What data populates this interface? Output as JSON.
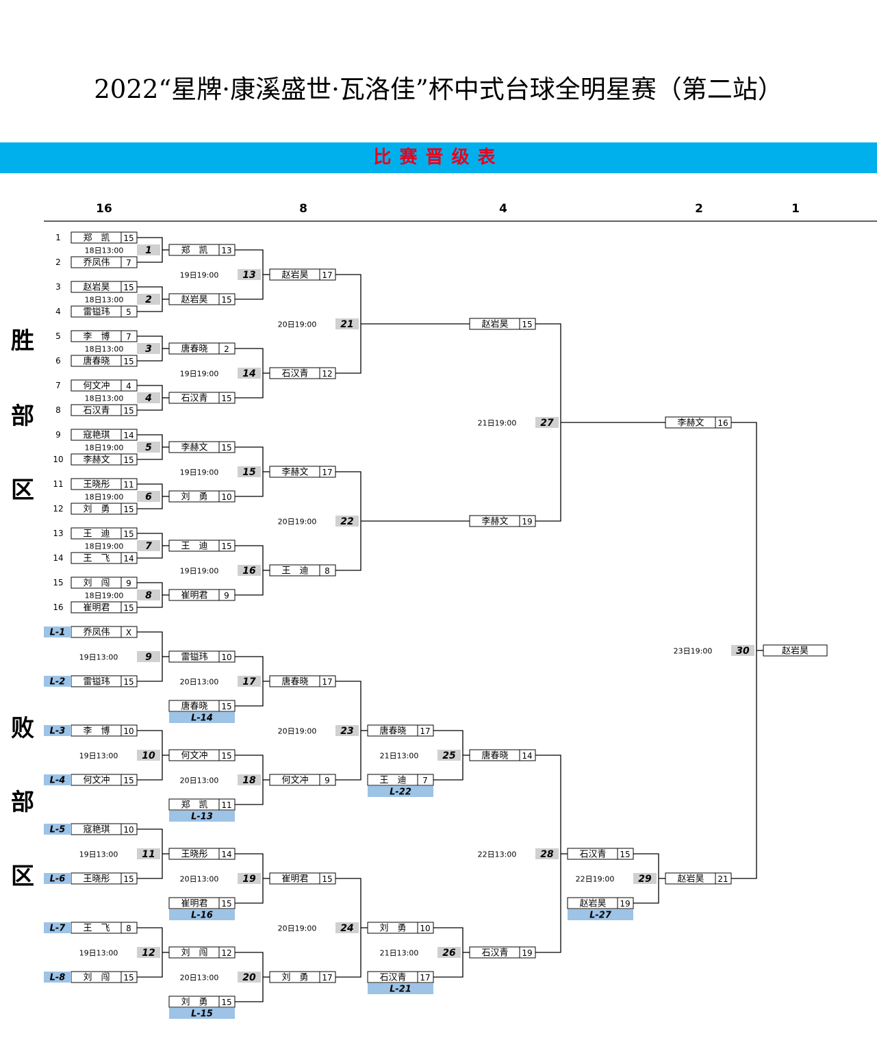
{
  "title": "2022“星牌·康溪盛世·瓦洛佳”杯中式台球全明星赛（第二站）",
  "banner": "比赛晋级表",
  "colors": {
    "banner_bg": "#00b0ec",
    "banner_text": "#e8001c",
    "match_no_bg": "#d0d0d0",
    "loser_tag_bg": "#9dc3e6"
  },
  "rounds": [
    "16",
    "8",
    "4",
    "2",
    "1"
  ],
  "sections": {
    "winners": [
      "胜",
      "部",
      "区"
    ],
    "losers": [
      "败",
      "部",
      "区"
    ]
  },
  "seeds": [
    "1",
    "2",
    "3",
    "4",
    "5",
    "6",
    "7",
    "8",
    "9",
    "10",
    "11",
    "12",
    "13",
    "14",
    "15",
    "16"
  ],
  "entries": [
    {
      "name": "郑　凯",
      "score": "15"
    },
    {
      "name": "乔凤伟",
      "score": "7"
    },
    {
      "name": "赵岩昊",
      "score": "15"
    },
    {
      "name": "雷镒玮",
      "score": "5"
    },
    {
      "name": "李　博",
      "score": "7"
    },
    {
      "name": "唐春晓",
      "score": "15"
    },
    {
      "name": "何文冲",
      "score": "4"
    },
    {
      "name": "石汉青",
      "score": "15"
    },
    {
      "name": "寇艳琪",
      "score": "14"
    },
    {
      "name": "李赫文",
      "score": "15"
    },
    {
      "name": "王晓彤",
      "score": "11"
    },
    {
      "name": "刘　勇",
      "score": "15"
    },
    {
      "name": "王　迪",
      "score": "15"
    },
    {
      "name": "王　飞",
      "score": "14"
    },
    {
      "name": "刘　闯",
      "score": "9"
    },
    {
      "name": "崔明君",
      "score": "15"
    },
    {
      "name": "郑　凯",
      "score": "13"
    },
    {
      "name": "赵岩昊",
      "score": "15"
    },
    {
      "name": "唐春晓",
      "score": "2"
    },
    {
      "name": "石汉青",
      "score": "15"
    },
    {
      "name": "李赫文",
      "score": "15"
    },
    {
      "name": "刘　勇",
      "score": "10"
    },
    {
      "name": "王　迪",
      "score": "15"
    },
    {
      "name": "崔明君",
      "score": "9"
    },
    {
      "name": "赵岩昊",
      "score": "17"
    },
    {
      "name": "石汉青",
      "score": "12"
    },
    {
      "name": "李赫文",
      "score": "17"
    },
    {
      "name": "王　迪",
      "score": "8"
    },
    {
      "name": "赵岩昊",
      "score": "15"
    },
    {
      "name": "李赫文",
      "score": "19"
    },
    {
      "name": "李赫文",
      "score": "16"
    },
    {
      "name": "赵岩昊",
      "score": ""
    },
    {
      "name": "乔凤伟",
      "score": "X"
    },
    {
      "name": "雷镒玮",
      "score": "15"
    },
    {
      "name": "李　博",
      "score": "10"
    },
    {
      "name": "何文冲",
      "score": "15"
    },
    {
      "name": "寇艳琪",
      "score": "10"
    },
    {
      "name": "王晓彤",
      "score": "15"
    },
    {
      "name": "王　飞",
      "score": "8"
    },
    {
      "name": "刘　闯",
      "score": "15"
    },
    {
      "name": "雷镒玮",
      "score": "10"
    },
    {
      "name": "唐春晓",
      "score": "15"
    },
    {
      "name": "何文冲",
      "score": "15"
    },
    {
      "name": "郑　凯",
      "score": "11"
    },
    {
      "name": "王晓彤",
      "score": "14"
    },
    {
      "name": "崔明君",
      "score": "15"
    },
    {
      "name": "刘　闯",
      "score": "12"
    },
    {
      "name": "刘　勇",
      "score": "15"
    },
    {
      "name": "唐春晓",
      "score": "17"
    },
    {
      "name": "何文冲",
      "score": "9"
    },
    {
      "name": "崔明君",
      "score": "15"
    },
    {
      "name": "刘　勇",
      "score": "17"
    },
    {
      "name": "唐春晓",
      "score": "17"
    },
    {
      "name": "王　迪",
      "score": "7"
    },
    {
      "name": "刘　勇",
      "score": "10"
    },
    {
      "name": "石汉青",
      "score": "17"
    },
    {
      "name": "唐春晓",
      "score": "14"
    },
    {
      "name": "石汉青",
      "score": "19"
    },
    {
      "name": "石汉青",
      "score": "15"
    },
    {
      "name": "赵岩昊",
      "score": "19"
    },
    {
      "name": "赵岩昊",
      "score": "21"
    }
  ],
  "loser_feeds": [
    "L-1",
    "L-2",
    "L-3",
    "L-4",
    "L-5",
    "L-6",
    "L-7",
    "L-8"
  ],
  "loser_tags": [
    "L-14",
    "L-13",
    "L-16",
    "L-15",
    "L-22",
    "L-21",
    "L-27"
  ],
  "matches": [
    {
      "no": "1",
      "time": "18日13:00"
    },
    {
      "no": "2",
      "time": "18日13:00"
    },
    {
      "no": "3",
      "time": "18日13:00"
    },
    {
      "no": "4",
      "time": "18日13:00"
    },
    {
      "no": "5",
      "time": "18日19:00"
    },
    {
      "no": "6",
      "time": "18日19:00"
    },
    {
      "no": "7",
      "time": "18日19:00"
    },
    {
      "no": "8",
      "time": "18日19:00"
    },
    {
      "no": "9",
      "time": "19日13:00"
    },
    {
      "no": "10",
      "time": "19日13:00"
    },
    {
      "no": "11",
      "time": "19日13:00"
    },
    {
      "no": "12",
      "time": "19日13:00"
    },
    {
      "no": "13",
      "time": "19日19:00"
    },
    {
      "no": "14",
      "time": "19日19:00"
    },
    {
      "no": "15",
      "time": "19日19:00"
    },
    {
      "no": "16",
      "time": "19日19:00"
    },
    {
      "no": "17",
      "time": "20日13:00"
    },
    {
      "no": "18",
      "time": "20日13:00"
    },
    {
      "no": "19",
      "time": "20日13:00"
    },
    {
      "no": "20",
      "time": "20日13:00"
    },
    {
      "no": "21",
      "time": "20日19:00"
    },
    {
      "no": "22",
      "time": "20日19:00"
    },
    {
      "no": "23",
      "time": "20日19:00"
    },
    {
      "no": "24",
      "time": "20日19:00"
    },
    {
      "no": "25",
      "time": "21日13:00"
    },
    {
      "no": "26",
      "time": "21日13:00"
    },
    {
      "no": "27",
      "time": "21日19:00"
    },
    {
      "no": "28",
      "time": "22日13:00"
    },
    {
      "no": "29",
      "time": "22日19:00"
    },
    {
      "no": "30",
      "time": "23日19:00"
    }
  ]
}
